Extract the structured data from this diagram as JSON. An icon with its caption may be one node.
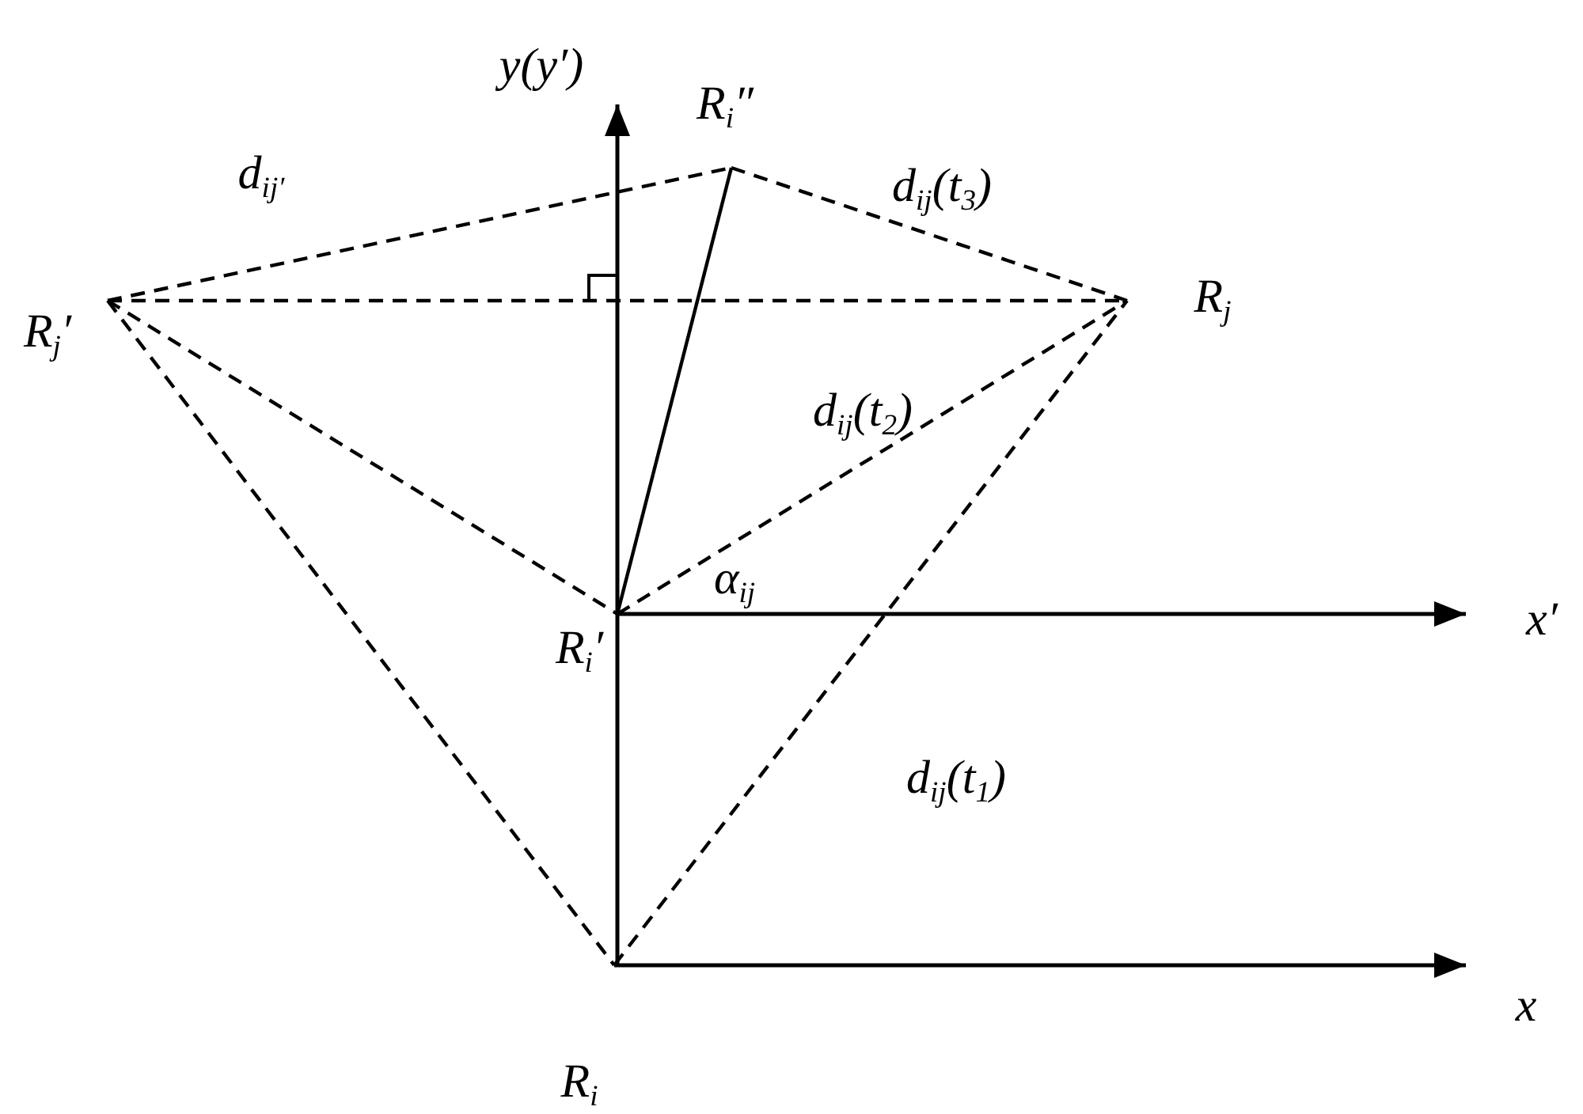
{
  "diagram": {
    "nodes": [
      {
        "text": [
          "R$_{i}$″"
        ]
      },
      {
        "text": [
          "R$_{j}$′"
        ]
      },
      {
        "text": [
          "R$_{j}$"
        ]
      },
      {
        "text": [
          "R$_{i}$′"
        ]
      },
      {
        "text": [
          "R$_{i}$"
        ]
      }
    ],
    "edges": [
      {
        "from": 1,
        "to": 0,
        "arrow": "none",
        "style": "dashed"
      },
      {
        "from": 0,
        "to": 2,
        "arrow": "none",
        "style": "dashed"
      },
      {
        "from": 1,
        "to": 2,
        "arrow": "none",
        "style": "dashed"
      },
      {
        "from": 3,
        "to": 0,
        "arrow": "none"
      },
      {
        "from": 1,
        "to": 3,
        "arrow": "none",
        "style": "dashed"
      },
      {
        "from": 3,
        "to": 2,
        "arrow": "none",
        "style": "dashed"
      },
      {
        "from": 1,
        "to": 4,
        "arrow": "none",
        "style": "dashed"
      },
      {
        "from": 4,
        "to": 2,
        "arrow": "none",
        "style": "dashed"
      }
    ],
    "labels": [
      "y(y′)",
      "d$_{ij′}$",
      "d$_{ij}$(t$_{3}$)",
      "d$_{ij}$(t$_{2}$)",
      "α$_{ij}$",
      "x′",
      "d$_{ij}$(t$_{1}$)",
      "x"
    ]
  }
}
